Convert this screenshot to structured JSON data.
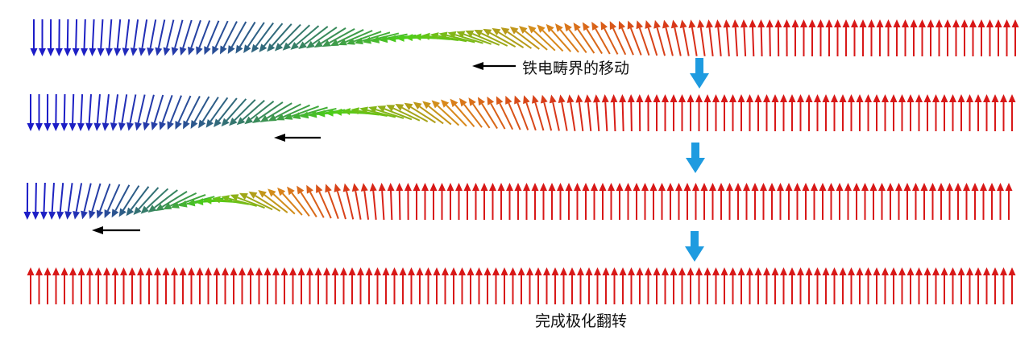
{
  "labels": {
    "domain_wall_motion": "铁电畴界的移动",
    "polarization_reversal_complete": "完成极化翻转"
  },
  "rows": [
    {
      "wall_start": 40,
      "wall_end": 1000
    },
    {
      "wall_start": 40,
      "wall_end": 820
    },
    {
      "wall_start": 20,
      "wall_end": 520
    },
    {
      "wall_start": null,
      "wall_end": null
    }
  ],
  "colors": {
    "down_polarization": "#1c1cc8",
    "wall_green": "#4cd016",
    "transition_orange": "#d98a1a",
    "up_polarization": "#d81818",
    "step_arrow_blue": "#1e9be0",
    "motion_arrow": "#000000"
  },
  "icons": {
    "step_arrow": "down-arrow-icon",
    "motion_arrow": "left-arrow-icon"
  }
}
